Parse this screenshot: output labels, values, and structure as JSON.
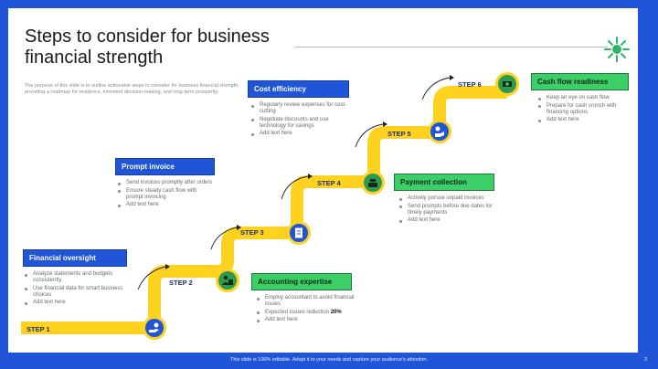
{
  "title": "Steps to consider for business financial strength",
  "subtitle": "The purpose of this slide is to outline actionable steps to consider for business financial strength, providing a roadmap for resilience, informed decision-making, and long-term prosperity.",
  "steps": [
    {
      "label": "STEP 1",
      "heading": "Financial oversight",
      "icon": "hand-coin-icon",
      "color": "blue",
      "bullets": [
        "Analyze statements and budgets consistently",
        "Use financial data for smart business choices",
        "Add text here"
      ]
    },
    {
      "label": "STEP 2",
      "heading": "Accounting expertise",
      "icon": "accountant-icon",
      "color": "green",
      "bullets": [
        "Employ accountant to avoid financial issues",
        "Expected issues reduction",
        "Add text here"
      ],
      "highlight": "20%"
    },
    {
      "label": "STEP 3",
      "heading": "Prompt invoice",
      "icon": "invoice-icon",
      "color": "blue",
      "bullets": [
        "Send invoices promptly after orders",
        "Ensure steady cash flow with prompt invoicing",
        "Add text here"
      ]
    },
    {
      "label": "STEP 4",
      "heading": "Payment collection",
      "icon": "cash-register-icon",
      "color": "green",
      "bullets": [
        "Actively pursue unpaid invoices",
        "Send prompts before due dates for timely payments",
        "Add text here"
      ]
    },
    {
      "label": "STEP 5",
      "heading": "Cost efficiency",
      "icon": "hand-cost-icon",
      "color": "blue",
      "bullets": [
        "Regularly review expenses for cost-cutting",
        "Negotiate discounts and use technology for savings",
        "Add text here"
      ]
    },
    {
      "label": "STEP 6",
      "heading": "Cash flow readiness",
      "icon": "cash-flow-icon",
      "color": "green",
      "bullets": [
        "Keep an eye on cash flow",
        "Prepare for cash crunch with financing options",
        "Add text here"
      ]
    }
  ],
  "footer": "This slide is 100% editable. Adapt it to your needs and capture your audience's attention.",
  "page_number": "3",
  "colors": {
    "road": "#ffd21f",
    "blue": "#1f55d6",
    "green": "#3ccf68",
    "burst": "#2fb36a"
  }
}
